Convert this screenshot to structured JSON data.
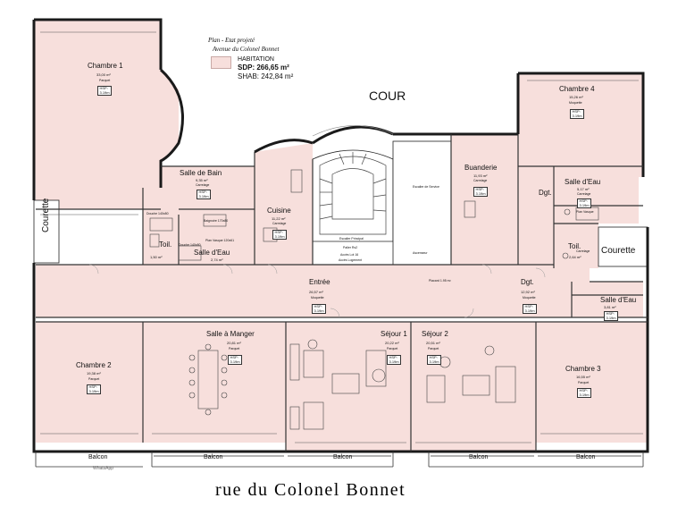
{
  "header": {
    "title_line1": "Plan - Etat projeté",
    "title_line2": "Avenue du Colonel Bonnet",
    "legend_label": "HABITATION",
    "sdp": "SDP: 266,65 m²",
    "shab": "SHAB: 242,84 m²"
  },
  "courtyard": "COUR",
  "street": "rue du Colonel Bonnet",
  "watermark": "WhatsApp",
  "rooms": {
    "chambre1": {
      "name": "Chambre 1",
      "area": "33,00 m²",
      "floor": "Parquet",
      "hsp": [
        "HSP:",
        "3.19m"
      ]
    },
    "chambre4": {
      "name": "Chambre 4",
      "area": "15,26 m²",
      "floor": "Moquette",
      "hsp": [
        "HSP:",
        "3.19m"
      ]
    },
    "salle_de_bain": {
      "name": "Salle de Bain",
      "area": "9,35 m²",
      "floor": "Carrelage",
      "hsp": [
        "HSP:",
        "3.19m"
      ]
    },
    "cuisine": {
      "name": "Cuisine",
      "area": "11,22 m²",
      "floor": "Carrelage",
      "hsp": [
        "HSP:",
        "3.19m"
      ]
    },
    "buanderie": {
      "name": "Buanderie",
      "area": "11,93 m²",
      "floor": "Carrelage",
      "hsp": [
        "HSP:",
        "3.19m"
      ]
    },
    "salle_eau_1": {
      "name": "Salle d'Eau",
      "area": "2,74 m²",
      "floor": ""
    },
    "salle_eau_2": {
      "name": "Salle d'Eau",
      "area": "5,17 m²",
      "floor": "Carrelage",
      "hsp": [
        "HSP:",
        "3.19m"
      ]
    },
    "salle_eau_3": {
      "name": "Salle d'Eau",
      "area": "3,81 m²",
      "floor": "",
      "hsp": [
        "HSP:",
        "3.19m"
      ]
    },
    "toil1": {
      "name": "Toil.",
      "area": "1,50 m²"
    },
    "toil2": {
      "name": "Toil.",
      "area": "2,64 m²",
      "floor": "Carrelage"
    },
    "courette_left": {
      "name": "Courette"
    },
    "courette_right": {
      "name": "Courette"
    },
    "entree": {
      "name": "Entrée",
      "area": "26,57 m²",
      "floor": "Moquette",
      "hsp": [
        "HSP:",
        "3.19m"
      ]
    },
    "dgt1": {
      "name": "Dgt."
    },
    "dgt2": {
      "name": "Dgt.",
      "area": "12,92 m²",
      "floor": "Moquette",
      "hsp": [
        "HSP:",
        "3.19m"
      ]
    },
    "chambre2": {
      "name": "Chambre 2",
      "area": "19,38 m²",
      "floor": "Parquet",
      "hsp": [
        "HSP:",
        "3.19m"
      ]
    },
    "salle_a_manger": {
      "name": "Salle à Manger",
      "area": "20,81 m²",
      "floor": "Parquet",
      "hsp": [
        "HSP:",
        "3.19m"
      ]
    },
    "sejour1": {
      "name": "Séjour 1",
      "area": "20,22 m²",
      "floor": "Parquet",
      "hsp": [
        "HSP:",
        "3.19m"
      ]
    },
    "sejour2": {
      "name": "Séjour 2",
      "area": "20,51 m²",
      "floor": "Parquet",
      "hsp": [
        "HSP:",
        "3.19m"
      ]
    },
    "chambre3": {
      "name": "Chambre 3",
      "area": "16,55 m²",
      "floor": "Parquet",
      "hsp": [
        "HSP:",
        "3.19m"
      ]
    }
  },
  "labels": {
    "escalier_principal": "Escalier Principal",
    "palier": "Palier Rs2",
    "acces_lot": "Accès Lot 16",
    "acces_logement": "Accès Logement",
    "escalier_service": "Escalier de Service",
    "ascenseur": "Ascenseur",
    "baignoire": "Baignoire 170x80",
    "douche_1": "Douche 140x80",
    "douche_2": "Douche 140x80",
    "plan_vasque_1": "Plan Vasque 120x61",
    "plan_vasque_2": "Plan Vasque",
    "placard": "Placard 1.95 m²",
    "balcon": "Balcon"
  }
}
